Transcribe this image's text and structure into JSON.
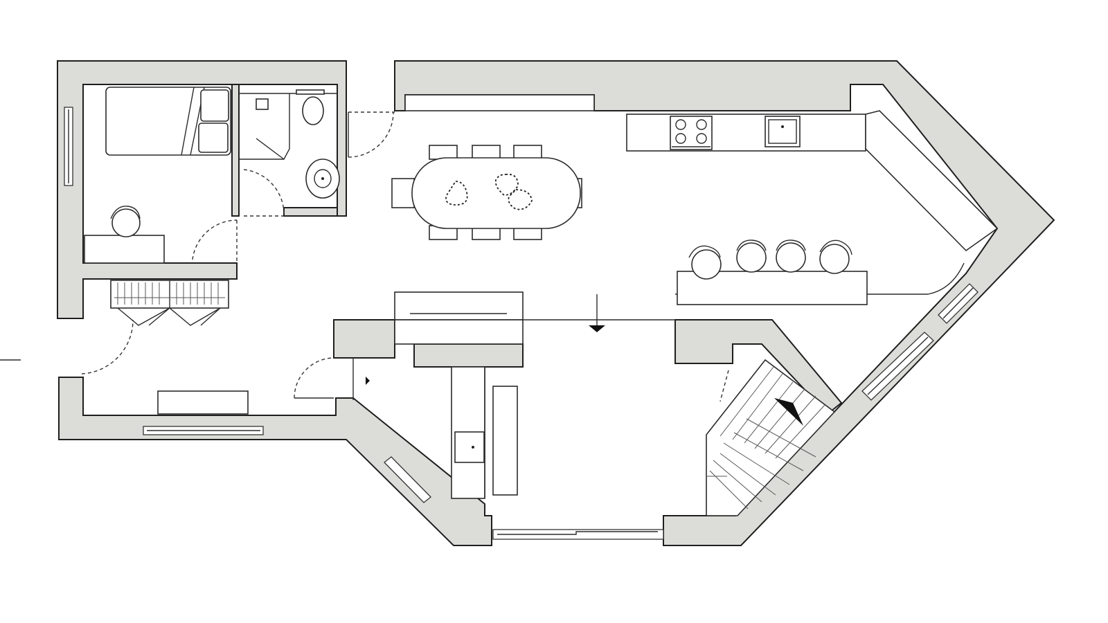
{
  "diagram": {
    "type": "floor-plan",
    "colors": {
      "wall_fill": "#dcdcd8",
      "line": "#1e1e1e",
      "background": "#ffffff"
    },
    "rooms": [
      "bedroom",
      "bathroom",
      "entrance-hall",
      "dining-area",
      "kitchen",
      "living-area",
      "utility-kitchenette",
      "staircase"
    ]
  }
}
